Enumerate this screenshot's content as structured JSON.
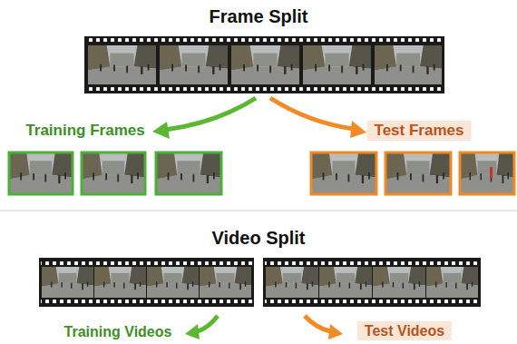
{
  "diagram": {
    "nodes": [
      {
        "text": [
          "Test Frames"
        ]
      },
      {
        "text": [
          "Test Videos"
        ]
      }
    ],
    "labels": [
      "Frame Split",
      "Training Frames",
      "Video Split",
      "Training Videos"
    ]
  }
}
